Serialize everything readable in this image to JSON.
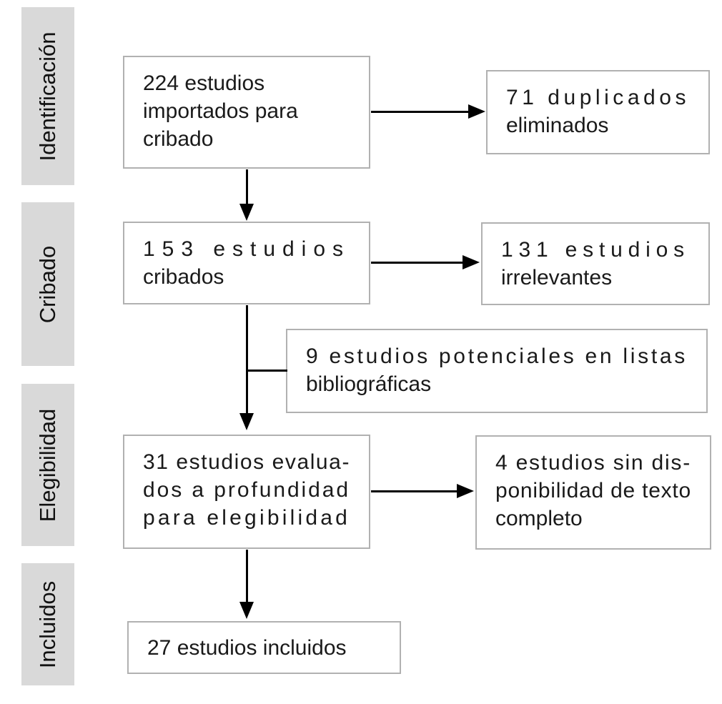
{
  "diagram": {
    "title": "PRISMA flow diagram (Spanish)",
    "stages": [
      {
        "label": "Identificación"
      },
      {
        "label": "Cribado"
      },
      {
        "label": "Elegibilidad"
      },
      {
        "label": "Incluidos"
      }
    ],
    "boxes": {
      "imported": {
        "count": 224,
        "lines": [
          "224 estudios",
          "importados para",
          "cribado"
        ]
      },
      "duplicates": {
        "count": 71,
        "lines": [
          "71 duplicados",
          "eliminados"
        ]
      },
      "screened": {
        "count": 153,
        "lines": [
          "153 estudios",
          "cribados"
        ]
      },
      "irrelevant": {
        "count": 131,
        "lines": [
          "131 estudios",
          "irrelevantes"
        ]
      },
      "bibliographic": {
        "count": 9,
        "lines": [
          "9 estudios potenciales en listas",
          "bibliográficas"
        ]
      },
      "assessed": {
        "count": 31,
        "lines": [
          "31 estudios evalua-",
          "dos a profundidad",
          "para elegibilidad"
        ]
      },
      "no_fulltext": {
        "count": 4,
        "lines": [
          "4 estudios sin dis-",
          "ponibilidad de texto",
          "completo"
        ]
      },
      "included": {
        "count": 27,
        "lines": [
          "27 estudios incluidos"
        ]
      }
    },
    "colors": {
      "stage_bg": "#d9d9d9",
      "box_border": "#b1b1b1",
      "box_bg": "#ffffff",
      "text": "#1a1a1a",
      "arrow": "#000000"
    }
  }
}
